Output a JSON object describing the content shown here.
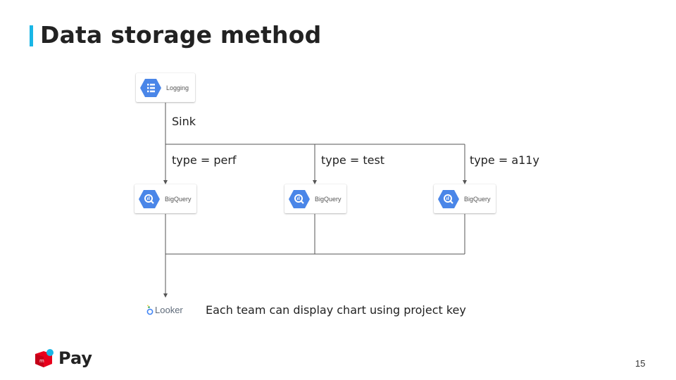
{
  "slide": {
    "title": "Data storage method",
    "page_number": "15",
    "accent_color": "#19b6e6"
  },
  "diagram": {
    "source": {
      "label": "Logging",
      "icon": "logging-icon"
    },
    "sink_label": "Sink",
    "targets": [
      {
        "filter_label": "type = perf",
        "label": "BigQuery",
        "icon": "bigquery-icon"
      },
      {
        "filter_label": "type = test",
        "label": "BigQuery",
        "icon": "bigquery-icon"
      },
      {
        "filter_label": "type = a11y",
        "label": "BigQuery",
        "icon": "bigquery-icon"
      }
    ],
    "destination": {
      "label": "Looker",
      "icon": "looker-logo-icon"
    },
    "caption": "Each team can display chart using project key",
    "node_color": "#4a86e8",
    "line_color": "#555555"
  },
  "brand": {
    "name": "Pay",
    "logo_color": "#e8001c",
    "logo_accent": "#19b6e6"
  }
}
